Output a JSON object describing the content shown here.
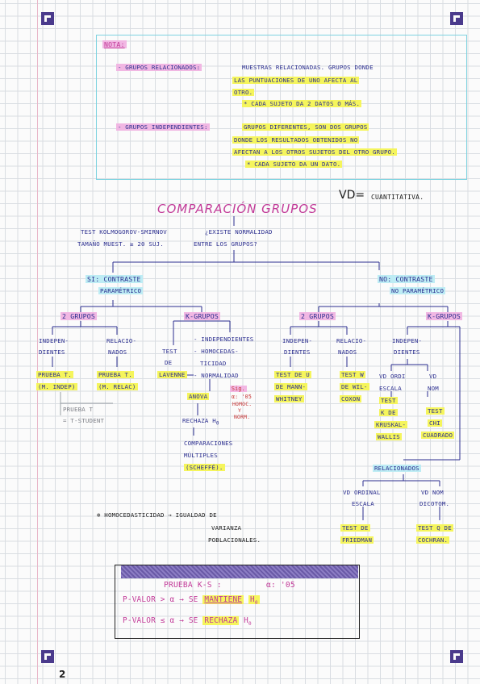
{
  "nota": {
    "heading": "NOTA:",
    "related_label": "- GRUPOS RELACIONADOS:",
    "related_line1": "MUESTRAS RELACIONADAS. GRUPOS DONDE",
    "related_line2": "LAS PUNTUACIONES DE UNO AFECTA AL",
    "related_line3": "OTRO.",
    "related_note": "* CADA SUJETO DA 2 DATOS O MÁS.",
    "independent_label": "- GRUPOS INDEPENDIENTES:",
    "independent_line1": "GRUPOS DIFERENTES, SON DOS GRUPOS",
    "independent_line2": "DONDE LOS RESULTADOS OBTENIDOS NO",
    "independent_line3": "AFECTAN A LOS OTROS SUJETOS DEL OTRO GRUPO.",
    "independent_note": "* CADA SUJETO DA UN DATO."
  },
  "vd_label": "VD=",
  "vd_value": "CUANTITATIVA.",
  "title": "COMPARACIÓN GRUPOS",
  "question": {
    "line1_left": "TEST KOLMOGOROV-SMIRNOV",
    "line1_right": "¿EXISTE NORMALIDAD",
    "line2_left": "TAMAÑO MUEST. ≥ 20 SUJ.",
    "line2_right": "ENTRE LOS GRUPOS?"
  },
  "parametric": {
    "label1": "SI: CONTRASTE",
    "label2": "PARAMÉTRICO",
    "two_groups": "2 GRUPOS",
    "k_groups": "K-GRUPOS",
    "indep_1": "INDEPEN-",
    "indep_2": "DIENTES",
    "rel_1": "RELACIO-",
    "rel_2": "NADOS",
    "ttest_ind_1": "PRUEBA T.",
    "ttest_ind_2": "(M. INDEP)",
    "ttest_rel_1": "PRUEBA T.",
    "ttest_rel_2": "(M. RELAC)",
    "student_1": "PRUEBA T",
    "student_2": "= T-STUDENT",
    "levene_1": "TEST",
    "levene_2": "DE",
    "levene_3": "LAVENNE",
    "k_cond1": "- INDEPENDIENTES",
    "k_cond2": "- HOMOCEDAS-",
    "k_cond3": "TICIDAD",
    "k_cond4": "- NORMALIDAD",
    "anova": "ANOVA",
    "alpha_note1": "Sig.",
    "alpha_note2": "α: '05",
    "alpha_note3": "HOMOC.",
    "alpha_note4": "Y",
    "alpha_note5": "NORM.",
    "reject": "RECHAZA H",
    "reject_sub": "0",
    "multi1": "COMPARACIONES",
    "multi2": "MÚLTIPLES",
    "multi3": "(SCHEFFÉ)."
  },
  "nonparametric": {
    "label1": "NO: CONTRASTE",
    "label2": "NO PARAMÉTRICO",
    "two_groups": "2 GRUPOS",
    "k_groups": "K-GRUPOS",
    "indep_1": "INDEPEN-",
    "indep_2": "DIENTES",
    "rel_1": "RELACIO-",
    "rel_2": "NADOS",
    "k_indep_1": "INDEPEN-",
    "k_indep_2": "DIENTES",
    "mann_1": "TEST DE U",
    "mann_2": "DE MANN-",
    "mann_3": "WHITNEY",
    "wilcoxon_1": "TEST W",
    "wilcoxon_2": "DE WIL-",
    "wilcoxon_3": "COXON",
    "ordinal_1": "VD ORDI",
    "ordinal_2": "ESCALA",
    "kruskal_1": "TEST",
    "kruskal_2": "K DE",
    "kruskal_3": "KRUSKAL-",
    "kruskal_4": "WALLIS",
    "nom_1": "VD",
    "nom_2": "NOM",
    "chi_1": "TEST",
    "chi_2": "CHI",
    "chi_3": "CUADRADO",
    "related": "RELACIONADOS",
    "rel_ord_1": "VD ORDINAL",
    "rel_ord_2": "ESCALA",
    "rel_nom_1": "VD NOM",
    "rel_nom_2": "DICOTOM.",
    "friedman_1": "TEST DE",
    "friedman_2": "FRIEDMAN",
    "cochran_1": "TEST Q DE",
    "cochran_2": "COCHRAN."
  },
  "homoc_note": {
    "line1": "⊗ HOMOCEDASTICIDAD → IGUALDAD DE",
    "line2": "VARIANZA",
    "line3": "POBLACIONALES."
  },
  "ks_box": {
    "title": "PRUEBA K-S :",
    "alpha": "α: '05",
    "row1_left": "P-VALOR > α → SE",
    "row1_keep": "MANTIENE",
    "row1_h": "H",
    "row1_sub": "0",
    "row2_left": "P-VALOR ≤ α → SE",
    "row2_reject": "RECHAZA",
    "row2_h": "H",
    "row2_sub": "0"
  },
  "page_number": "2",
  "colors": {
    "ink": "#2b2e8f",
    "highlight_yellow": "#f5f55c",
    "highlight_pink": "#f1b7e3",
    "highlight_blue": "#bdecf4",
    "title_pink": "#c23a98",
    "corner_purple": "#4a3a8c"
  }
}
